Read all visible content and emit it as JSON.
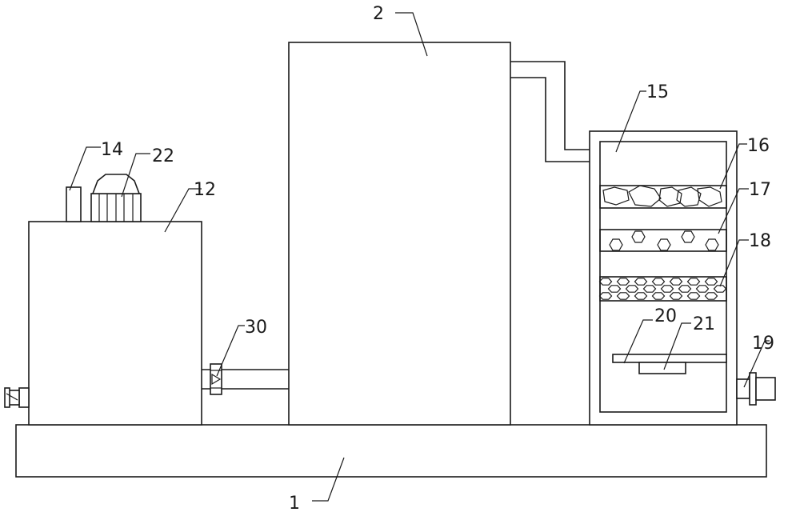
{
  "labels": {
    "base": "1",
    "tank": "2",
    "container": "12",
    "pipe": "14",
    "fan": "22",
    "valve": "30",
    "filter_box": "15",
    "layer_top": "16",
    "layer_middle": "17",
    "layer_bottom": "18",
    "outlet": "19",
    "plate": "20",
    "block": "21"
  }
}
